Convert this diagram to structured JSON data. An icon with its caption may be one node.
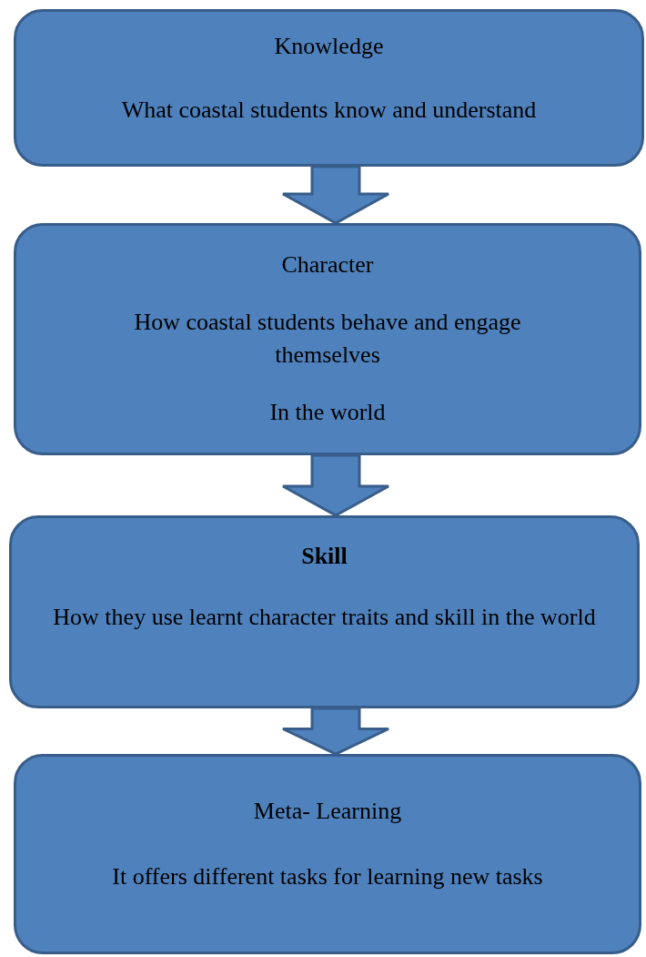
{
  "diagram": {
    "nodes": [
      {
        "text": [
          "Knowledge",
          "What coastal students know and understand"
        ]
      },
      {
        "text": [
          "Character",
          "How coastal students behave and engage themselves",
          "In the world"
        ]
      },
      {
        "text": [
          "Skill",
          "How they use learnt character traits and skill in the world"
        ]
      },
      {
        "text": [
          "Meta- Learning",
          "It offers different tasks for learning new tasks"
        ]
      }
    ],
    "edges": [
      {
        "from": 0,
        "to": 1,
        "arrow": "to"
      },
      {
        "from": 1,
        "to": 2,
        "arrow": "to"
      },
      {
        "from": 2,
        "to": 3,
        "arrow": "to"
      }
    ]
  }
}
